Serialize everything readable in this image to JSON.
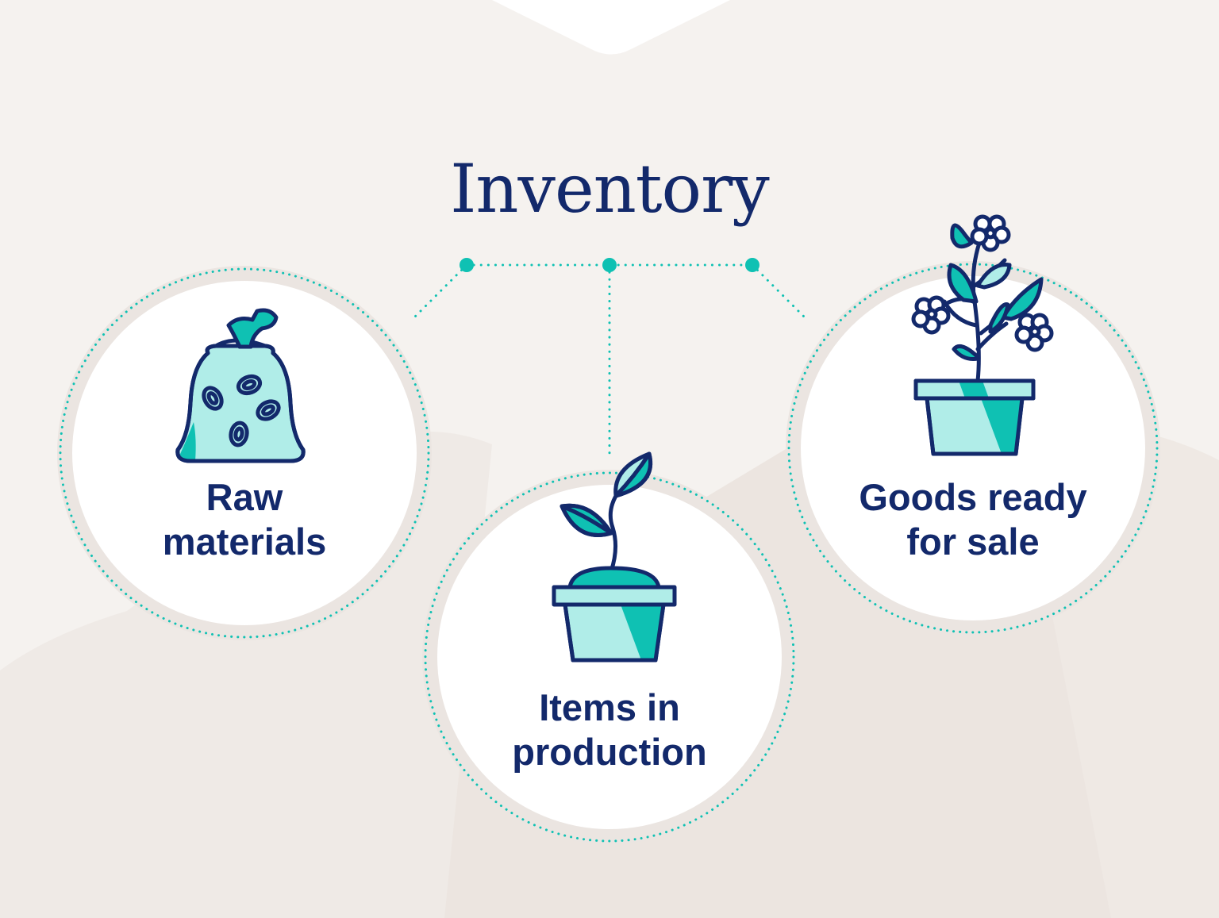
{
  "title": "Inventory",
  "nodes": [
    {
      "id": "raw-materials",
      "label_lines": [
        "Raw",
        "materials"
      ],
      "icon": "seed-bag-icon"
    },
    {
      "id": "items-in-production",
      "label_lines": [
        "Items in",
        "production"
      ],
      "icon": "sprout-pot-icon"
    },
    {
      "id": "goods-ready",
      "label_lines": [
        "Goods ready",
        "for sale"
      ],
      "icon": "flowering-plant-pot-icon"
    }
  ],
  "colors": {
    "background": "#f5f2ef",
    "background_shape": "#ece5e0",
    "navy": "#13296b",
    "teal": "#0fc1b3",
    "teal_light": "#b0ede8",
    "ring": "#ebe5e1",
    "circle_fill": "#ffffff"
  }
}
